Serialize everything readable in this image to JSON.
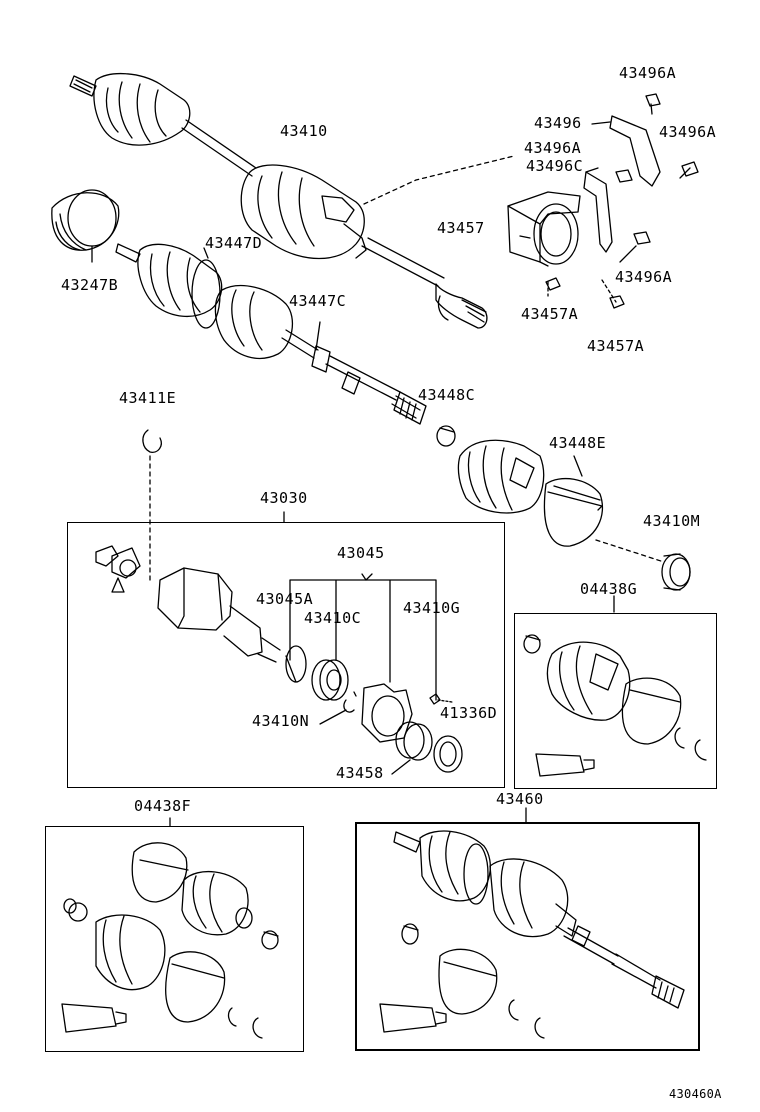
{
  "labels": {
    "p43496A_a": "43496A",
    "p43496": "43496",
    "p43496A_b": "43496A",
    "p43496A_c": "43496A",
    "p43496C": "43496C",
    "p43410": "43410",
    "p43457": "43457",
    "p43496A_d": "43496A",
    "p43447D": "43447D",
    "p43247B": "43247B",
    "p43447C": "43447C",
    "p43457A_a": "43457A",
    "p43457A_b": "43457A",
    "p43411E": "43411E",
    "p43448C": "43448C",
    "p43448E": "43448E",
    "p43030": "43030",
    "p43410M": "43410M",
    "p43045": "43045",
    "p04438G": "04438G",
    "p43045A": "43045A",
    "p43410C": "43410C",
    "p43410G": "43410G",
    "p43410N": "43410N",
    "p41336D": "41336D",
    "p43458": "43458",
    "p04438F": "04438F",
    "p43460": "43460",
    "diagram_id": "430460A"
  }
}
